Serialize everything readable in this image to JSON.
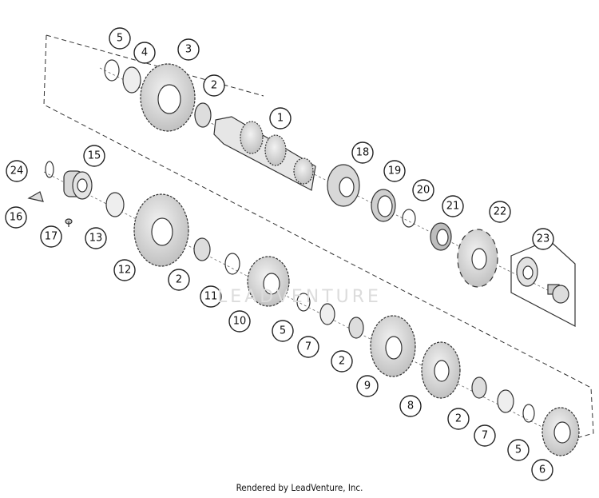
{
  "footer": {
    "credit": "Rendered by LeadVenture, Inc."
  },
  "watermark": {
    "text": "LEADVENTURE"
  },
  "colors": {
    "line": "#333333",
    "gear_fill": "#d9d9d9",
    "ring_fill": "#efefef"
  },
  "callouts": [
    "5",
    "4",
    "3",
    "2",
    "1",
    "18",
    "19",
    "20",
    "21",
    "22",
    "23",
    "24",
    "15",
    "16",
    "17",
    "13",
    "12",
    "2",
    "11",
    "10",
    "5",
    "7",
    "2",
    "9",
    "8",
    "2",
    "7",
    "5",
    "6"
  ]
}
